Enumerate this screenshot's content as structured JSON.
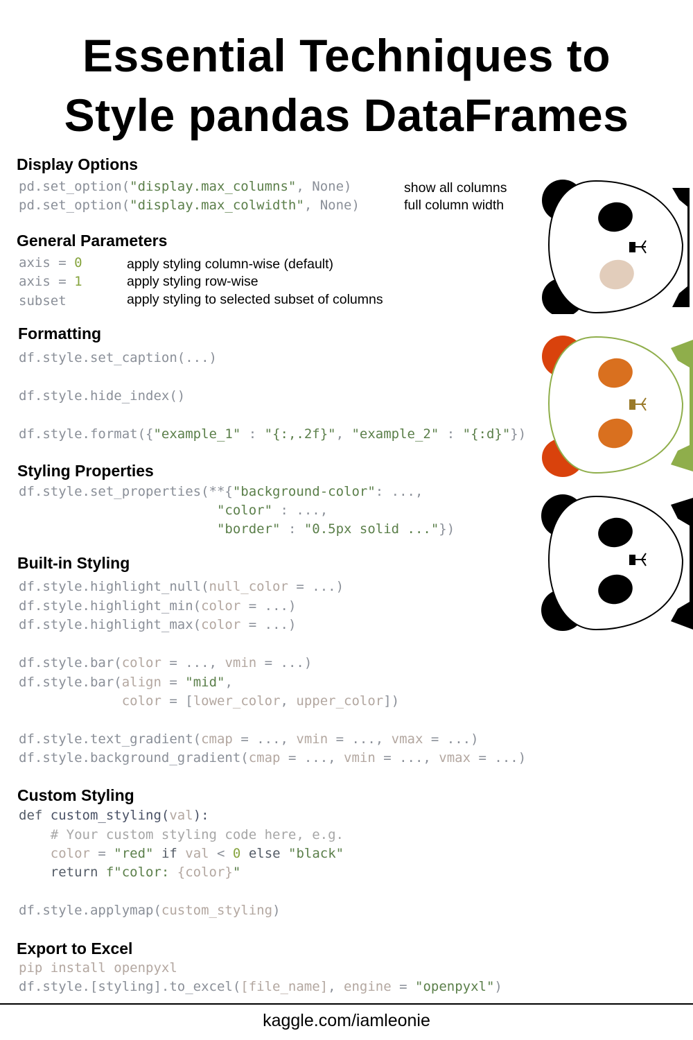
{
  "title": {
    "line1": "Essential Techniques to",
    "line2": "Style pandas DataFrames"
  },
  "sections": {
    "display_options": {
      "heading": "Display Options",
      "line1": {
        "fn": "pd.set_option(",
        "str": "\"display.max_columns\"",
        "rest": ", None)"
      },
      "line2": {
        "fn": "pd.set_option(",
        "str": "\"display.max_colwidth\"",
        "rest": ", None)"
      },
      "desc1": "show all columns",
      "desc2": "full column width"
    },
    "general_parameters": {
      "heading": "General Parameters",
      "p1": {
        "name": "axis = ",
        "value": "0",
        "desc": "apply styling column-wise (default)"
      },
      "p2": {
        "name": "axis = ",
        "value": "1",
        "desc": "apply styling row-wise"
      },
      "p3": {
        "name": "subset",
        "desc": "apply styling to selected subset of columns"
      }
    },
    "formatting": {
      "heading": "Formatting",
      "line1": "df.style.set_caption(...)",
      "line2": "df.style.hide_index()",
      "line3": {
        "fn": "df.style.format({",
        "s1": "\"example_1\"",
        "c1": " : ",
        "s2": "\"{:,.2f}\"",
        "c2": ", ",
        "s3": "\"example_2\"",
        "c3": " : ",
        "s4": "\"{:d}\"",
        "end": "})"
      }
    },
    "styling_properties": {
      "heading": "Styling Properties",
      "line1": {
        "fn": "df.style.set_properties(**{",
        "str": "\"background-color\"",
        "rest": ": ...,"
      },
      "line2": {
        "indent": "                         ",
        "str": "\"color\"",
        "rest": " : ...,"
      },
      "line3": {
        "indent": "                         ",
        "str": "\"border\"",
        "mid": " : ",
        "str2": "\"0.5px solid ...\"",
        "rest": "})"
      }
    },
    "builtin_styling": {
      "heading": "Built-in Styling",
      "l1": {
        "fn": "df.style.highlight_null(",
        "par": "null_color",
        "rest": " = ...)"
      },
      "l2": {
        "fn": "df.style.highlight_min(",
        "par": "color",
        "rest": " = ...)"
      },
      "l3": {
        "fn": "df.style.highlight_max(",
        "par": "color",
        "rest": " = ...)"
      },
      "l4": {
        "fn": "df.style.bar(",
        "par": "color",
        "mid": " = ..., ",
        "par2": "vmin",
        "rest": " = ...)"
      },
      "l5": {
        "fn": "df.style.bar(",
        "par": "align",
        "mid": " = ",
        "str": "\"mid\"",
        "rest": ","
      },
      "l6": {
        "indent": "             ",
        "par": "color",
        "mid": " = [",
        "par2": "lower_color",
        "mid2": ", ",
        "par3": "upper_color",
        "rest": "])"
      },
      "l7": {
        "fn": "df.style.text_gradient(",
        "par": "cmap",
        "mid": " = ..., ",
        "par2": "vmin",
        "mid2": " = ..., ",
        "par3": "vmax",
        "rest": " = ...)"
      },
      "l8": {
        "fn": "df.style.background_gradient(",
        "par": "cmap",
        "mid": " = ..., ",
        "par2": "vmin",
        "mid2": " = ..., ",
        "par3": "vmax",
        "rest": " = ...)"
      }
    },
    "custom_styling": {
      "heading": "Custom Styling",
      "l1": {
        "kw": "def ",
        "fn": "custom_styling(",
        "par": "val",
        "rest": "):"
      },
      "l2": "    # Your custom styling code here, e.g.",
      "l3": {
        "indent": "    ",
        "par": "color",
        "a": " = ",
        "s1": "\"red\"",
        "b": " if ",
        "par2": "val",
        "c": " < ",
        "num": "0",
        "d": " else ",
        "s2": "\"black\""
      },
      "l4": {
        "indent": "    ",
        "kw": "return ",
        "s1": "f\"color: ",
        "br": "{color}",
        "s2": "\""
      },
      "l5": {
        "fn": "df.style.applymap(",
        "par": "custom_styling",
        "rest": ")"
      }
    },
    "export_excel": {
      "heading": "Export to Excel",
      "l1": "pip install openpyxl",
      "l2": {
        "fn": "df.style.[styling].to_excel(",
        "par": "[file_name]",
        "mid": ", ",
        "par2": "engine",
        "mid2": " = ",
        "str": "\"openpyxl\"",
        "rest": ")"
      }
    }
  },
  "footer": "kaggle.com/iamleonie",
  "colors": {
    "text": "#000000",
    "code_function": "#4a5266",
    "code_string": "#5b7f4a",
    "code_number": "#86a43e",
    "code_param": "#b3a7a0",
    "panda_orange": "#d9420c",
    "panda_green_outline": "#8fae4b",
    "panda_cheek": "#e2cdbb"
  },
  "icons": [
    "panda-top-icon",
    "panda-middle-icon",
    "panda-bottom-icon"
  ]
}
